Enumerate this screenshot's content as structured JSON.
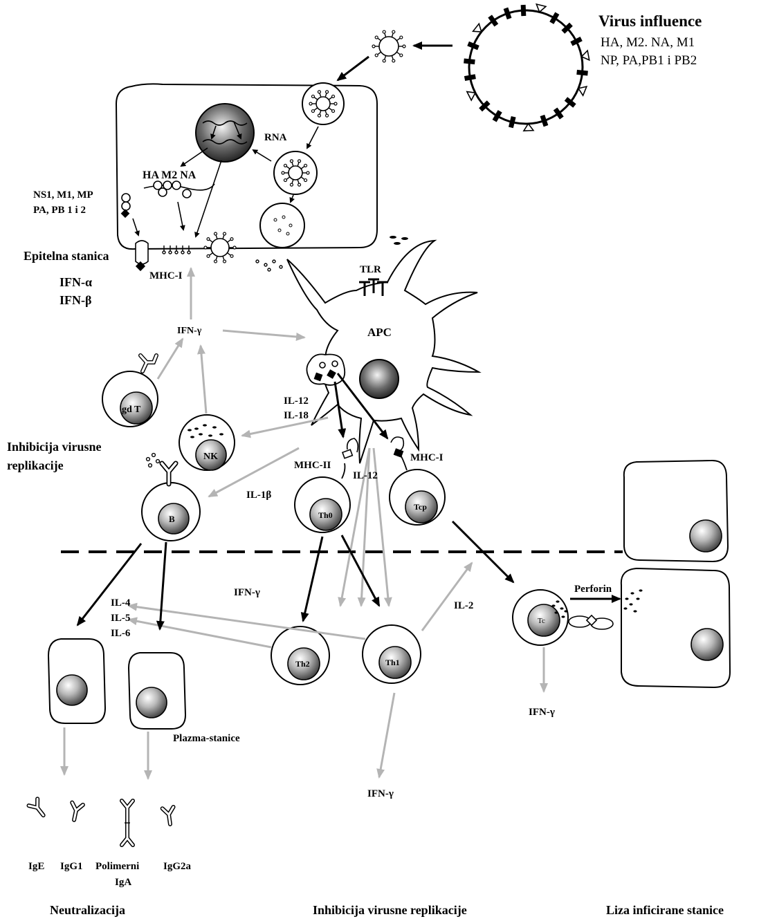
{
  "virus": {
    "title": "Virus influence",
    "proteins_line1": "HA, M2. NA, M1",
    "proteins_line2": "NP, PA,PB1 i PB2"
  },
  "epithelial": {
    "rna": "RNA",
    "ha_m2_na": "HA M2 NA",
    "internal_line1": "NS1, M1, MP",
    "internal_line2": "PA, PB 1 i 2",
    "cell_label": "Epitelna stanica",
    "mhc1": "MHC-I",
    "ifn_a": "IFN-α",
    "ifn_b": "IFN-β"
  },
  "apc": {
    "tlr": "TLR",
    "label": "APC",
    "il12": "IL-12",
    "il18": "IL-18",
    "mhc2": "MHC-II",
    "mhc1": "MHC-I",
    "il12_b": "IL-12"
  },
  "cells": {
    "gdt": "gd T",
    "nk": "NK",
    "b": "B",
    "th0": "Th0",
    "tcp": "Tcp",
    "th2": "Th2",
    "th1": "Th1",
    "tc": "Tc"
  },
  "cytokines": {
    "ifn_g_top": "IFN-γ",
    "il1b": "IL-1β",
    "ifn_g_mid": "IFN-γ",
    "il4": "IL-4",
    "il5": "IL-5",
    "il6": "IL-6",
    "il2": "IL-2",
    "perforin": "Perforin",
    "ifn_g_tc": "IFN-γ",
    "ifn_g_th1": "IFN-γ"
  },
  "side": {
    "inhib_line1": "Inhibicija virusne",
    "inhib_line2": "replikacije"
  },
  "plasma": "Plazma-stanice",
  "antibodies": {
    "ige": "IgE",
    "igg1": "IgG1",
    "iga_line1": "Polimerni",
    "iga_line2": "IgA",
    "igg2a": "IgG2a"
  },
  "footer": {
    "left": "Neutralizacija",
    "center": "Inhibicija virusne replikacije",
    "right": "Liza inficirane stanice"
  }
}
